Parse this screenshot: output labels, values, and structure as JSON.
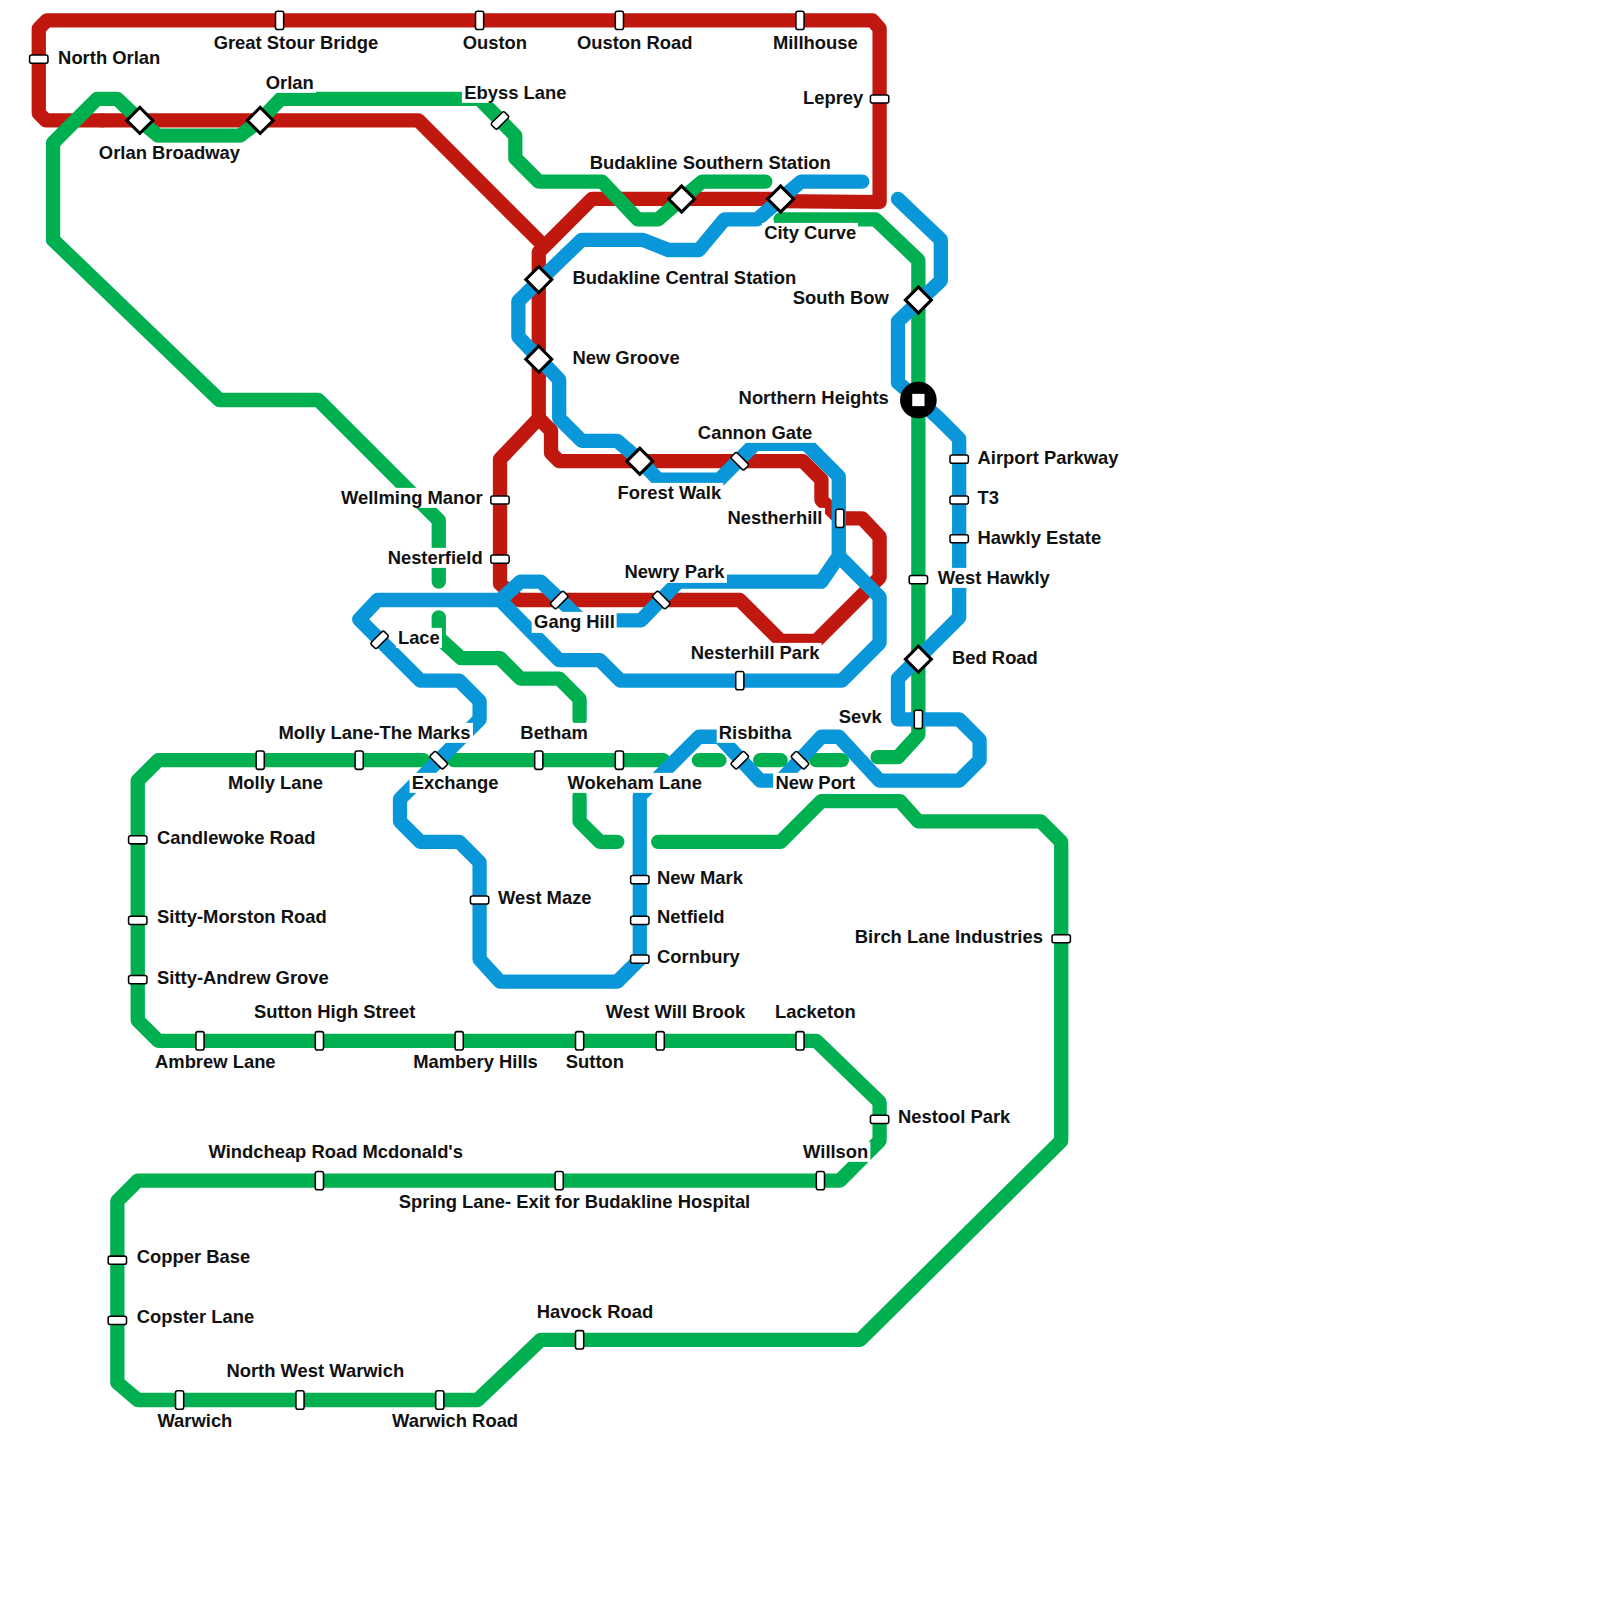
{
  "diagram": {
    "labels": [
      "North Orlan",
      "Great Stour Bridge",
      "Ouston",
      "Ouston Road",
      "Millhouse",
      "Leprey",
      "Orlan",
      "Ebyss Lane",
      "Orlan Broadway",
      "Budakline Southern Station",
      "City Curve",
      "Budakline Central Station",
      "South Bow",
      "New Groove",
      "Northern Heights",
      "Airport Parkway",
      "Cannon Gate",
      "Forest Walk",
      "Wellming Manor",
      "T3",
      "Nestherhill",
      "Hawkly Estate",
      "Nesterfield",
      "Newry Park",
      "West Hawkly",
      "Gang Hill",
      "Lace",
      "Nesterhill Park",
      "Bed Road",
      "Sevk",
      "Molly Lane-The Marks",
      "Betham",
      "Risbitha",
      "Molly Lane",
      "Exchange",
      "Wokeham Lane",
      "New Port",
      "Candlewoke Road",
      "New Mark",
      "West Maze",
      "Sitty-Morston Road",
      "Netfield",
      "Birch Lane Industries",
      "Cornbury",
      "Sitty-Andrew Grove",
      "Sutton High Street",
      "West Will Brook",
      "Lacketon",
      "Ambrew Lane",
      "Mambery Hills",
      "Sutton",
      "Nestool Park",
      "Windcheap Road Mcdonald's",
      "Willson",
      "Spring Lane- Exit for Budakline Hospital",
      "Copper Base",
      "Havock Road",
      "Copster Lane",
      "North West Warwich",
      "Warwich",
      "Warwich Road"
    ]
  }
}
